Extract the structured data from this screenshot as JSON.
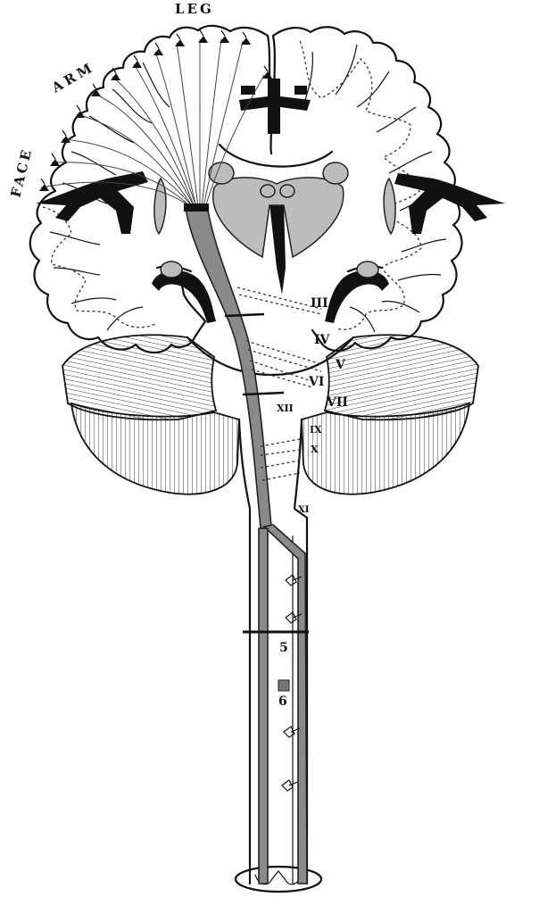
{
  "labels": {
    "face": "FACE",
    "arm": "ARM",
    "leg": "LEG",
    "nerves": [
      "III",
      "IV",
      "V",
      "VI",
      "VII",
      "XII",
      "IX",
      "X",
      "XI"
    ],
    "segments": [
      "5",
      "6"
    ]
  }
}
